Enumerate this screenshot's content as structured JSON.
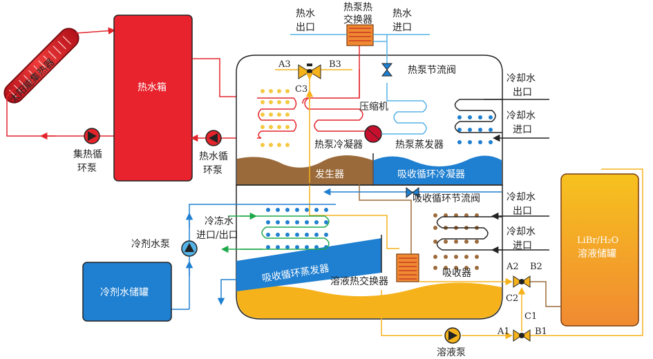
{
  "labels": {
    "solar_collector": "太阳能集热器",
    "hot_water_tank": "热水箱",
    "collector_pump_1": "集热循",
    "collector_pump_2": "环泵",
    "hot_water_pump_1": "热水循",
    "hot_water_pump_2": "环泵",
    "hp_exchanger_1": "热泵热",
    "hp_exchanger_2": "交换器",
    "hot_water_out_1": "热水",
    "hot_water_out_2": "出口",
    "hot_water_in_1": "热水",
    "hot_water_in_2": "进口",
    "hp_throttle": "热泵节流阀",
    "valve_a3": "A3",
    "valve_b3": "B3",
    "valve_c3": "C3",
    "compressor": "压缩机",
    "hp_condenser": "热泵冷凝器",
    "hp_evaporator": "热泵蒸发器",
    "cooling_out_top_1": "冷却水",
    "cooling_out_top_2": "出口",
    "cooling_in_top_1": "冷却水",
    "cooling_in_top_2": "进口",
    "generator": "发生器",
    "abs_condenser": "吸收循环冷凝器",
    "abs_throttle": "吸收循环节流阀",
    "cooling_out_bot_1": "冷却水",
    "cooling_out_bot_2": "出口",
    "cooling_in_bot_1": "冷却水",
    "cooling_in_bot_2": "进口",
    "chilled_water_1": "冷冻水",
    "chilled_water_2": "进口/出口",
    "refrigerant_pump": "冷剂水泵",
    "refrigerant_tank": "冷剂水储罐",
    "abs_evaporator": "吸收循环蒸发器",
    "solution_hx": "溶液热交换器",
    "absorber": "吸收器",
    "valve_a2": "A2",
    "valve_b2": "B2",
    "valve_c2": "C2",
    "valve_c1": "C1",
    "valve_a1": "A1",
    "valve_b1": "B1",
    "solution_pump": "溶液泵",
    "storage_tank_1": "LiBr/H₂O",
    "storage_tank_2": "溶液储罐"
  },
  "colors": {
    "red": "#e3242b",
    "tank_red": "#e8232e",
    "blue": "#1f7fd0",
    "light_blue": "#55b2e6",
    "yellow": "#f5b21b",
    "brown": "#9b6a3a",
    "green": "#1ea84a",
    "dark": "#222222"
  }
}
